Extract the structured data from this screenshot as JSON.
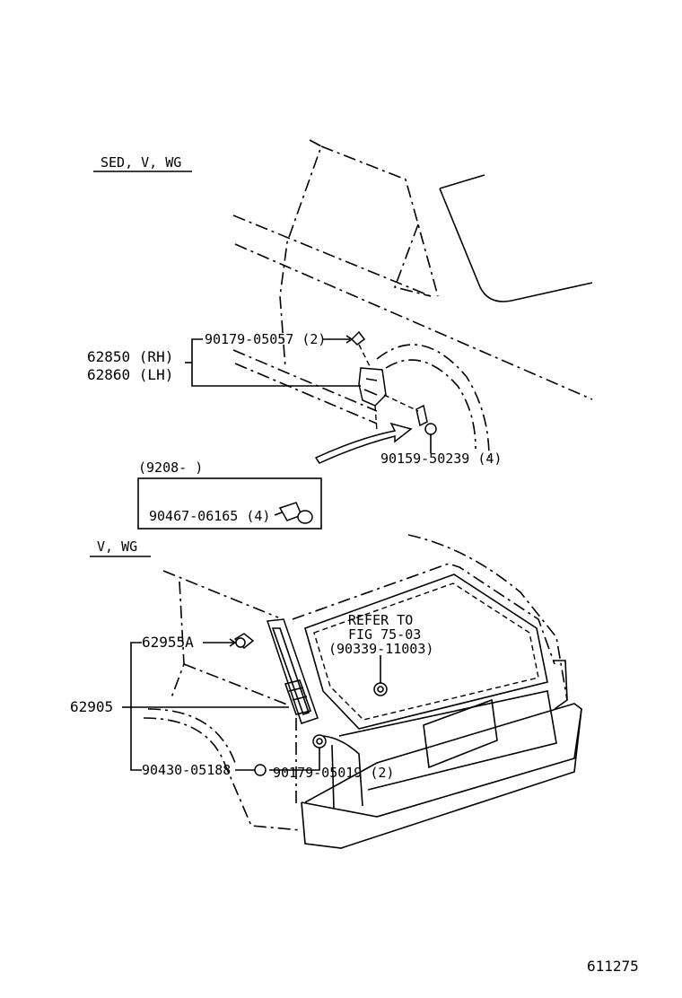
{
  "sections": {
    "sed_v_wg": "SED, V, WG",
    "v_wg": "V, WG"
  },
  "labels": {
    "p62850": "62850 (RH)",
    "p62860": "62860 (LH)",
    "p90179_05057": "90179-05057 (2)",
    "p90159_50239": "90159-50239 (4)",
    "p9208_range": "(9208-        )",
    "p90467_06165": "90467-06165 (4)",
    "p62955A": "62955A",
    "p62905": "62905",
    "p90430_05188": "90430-05188",
    "p90179_05019": "90179-05019 (2)",
    "refer_line1": "REFER TO",
    "refer_line2": "FIG 75-03",
    "refer_line3": "(90339-11003)"
  },
  "figure_number": "611275"
}
